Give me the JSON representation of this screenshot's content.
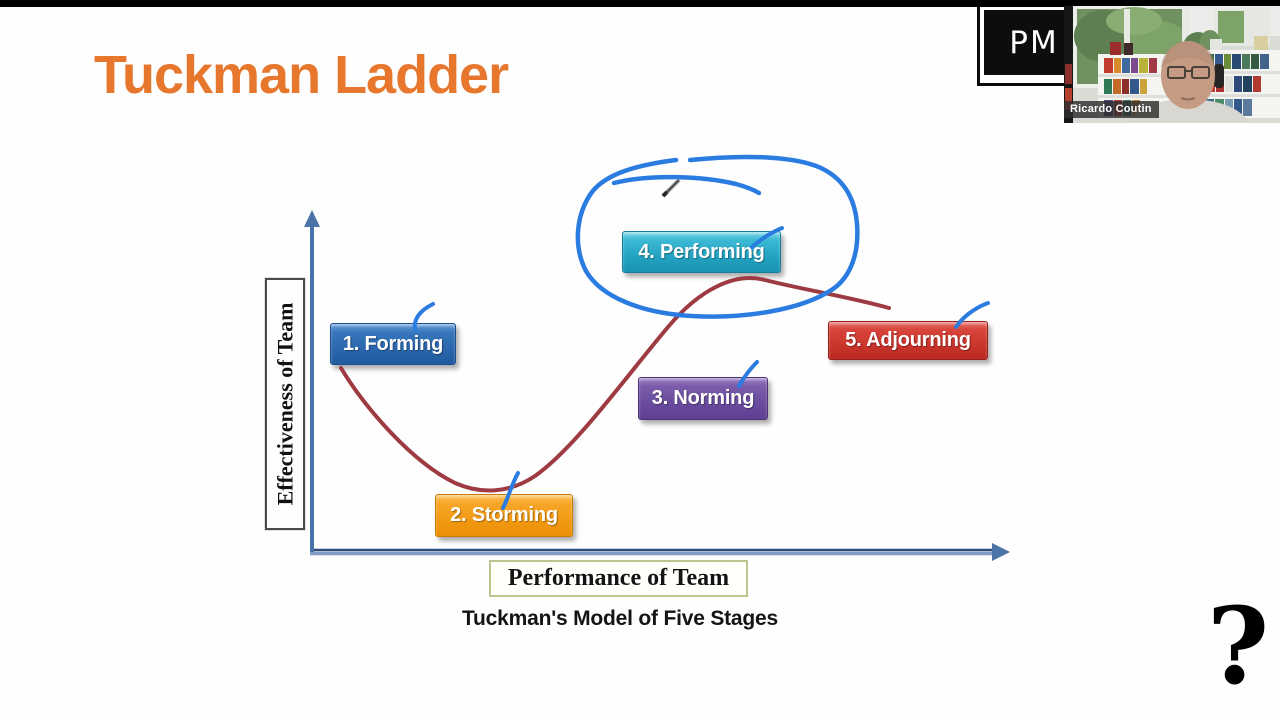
{
  "slide": {
    "title": "Tuckman Ladder",
    "caption": "Tuckman's Model of Five Stages",
    "question_mark": "?"
  },
  "logo": {
    "text": "PM"
  },
  "webcam": {
    "participant_name": "Ricardo Coutin"
  },
  "diagram": {
    "y_axis_label": "Effectiveness of Team",
    "x_axis_label": "Performance of Team",
    "axis_color": "#4a74a8",
    "stages": [
      {
        "label": "1. Forming",
        "color": "#2b67ae"
      },
      {
        "label": "2. Storming",
        "color": "#f29a13"
      },
      {
        "label": "3. Norming",
        "color": "#6a4c9e"
      },
      {
        "label": "4. Performing",
        "color": "#24a3c2"
      },
      {
        "label": "5. Adjourning",
        "color": "#cb352c"
      }
    ],
    "curve": {
      "color": "#9e3b42",
      "shape": "starts below Forming, dips to a trough at Storming, rises through Norming to a peak near Performing, declines slightly toward Adjourning"
    },
    "annotations": {
      "pen_color": "#2b7ce0",
      "circle_around": "4. Performing",
      "checkmarks_near": [
        "1. Forming",
        "2. Storming",
        "3. Norming",
        "4. Performing",
        "5. Adjourning"
      ]
    }
  },
  "colors": {
    "title_orange": "#e8772e",
    "x_label_border_olive": "#bdc48e",
    "topbar_black": "#000000"
  }
}
